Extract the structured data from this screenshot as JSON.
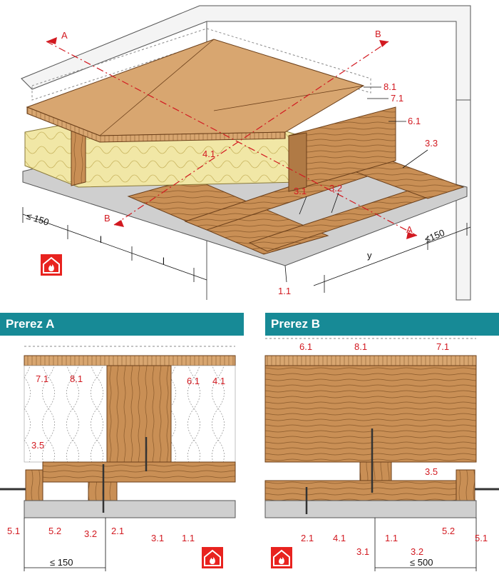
{
  "colors": {
    "wood": "#c98f55",
    "wood_dark": "#8a5a2b",
    "board": "#d8a670",
    "insulation": "#f1e7a6",
    "plaster": "#cfcfcf",
    "label": "#d21920",
    "header": "#178a96"
  },
  "icons": {
    "fire": "fire-protection-icon"
  },
  "top": {
    "section_a": "A",
    "section_b": "B",
    "labels": {
      "l81": "8.1",
      "l71": "7.1",
      "l61": "6.1",
      "l41": "4.1",
      "l33": "3.3",
      "l31": "3.1",
      "l32": "3.2",
      "l11": "1.1"
    },
    "dims": {
      "left_edge": "≤ 150",
      "span1": "l",
      "span2": "l",
      "right_edge": "≤150",
      "y": "y"
    }
  },
  "section_a": {
    "title": "Prerez A",
    "labels": {
      "l71": "7.1",
      "l81": "8.1",
      "l61": "6.1",
      "l41": "4.1",
      "l35": "3.5",
      "l51": "5.1",
      "l52": "5.2",
      "l32": "3.2",
      "l21": "2.1",
      "l31": "3.1",
      "l11": "1.1"
    },
    "dim": "≤ 150"
  },
  "section_b": {
    "title": "Prerez B",
    "labels": {
      "l61": "6.1",
      "l81": "8.1",
      "l71": "7.1",
      "l35": "3.5",
      "l21": "2.1",
      "l41": "4.1",
      "l31": "3.1",
      "l11": "1.1",
      "l32": "3.2",
      "l52": "5.2",
      "l51": "5.1"
    },
    "dim": "≤ 500"
  }
}
